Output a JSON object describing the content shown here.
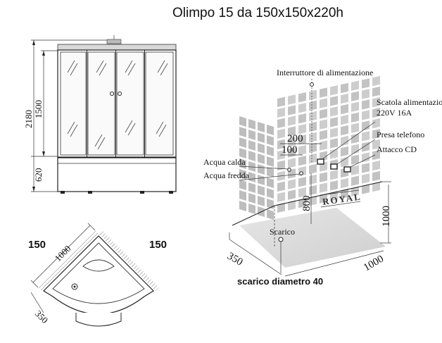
{
  "title": "Olimpo 15 da 150x150x220h",
  "front_view": {
    "dim_total_height": "2180",
    "dim_panel_height": "1500",
    "dim_base_height": "620"
  },
  "top_view": {
    "label_left_size": "150",
    "label_right_size": "150",
    "dim_side": "1000",
    "dim_corner": "350"
  },
  "room_view": {
    "label_power_switch": "Interruttore di alimentazione",
    "label_power_box_line1": "Scatola  alimentazione",
    "label_power_box_line2": "220V 16A",
    "label_phone_socket": "Presa telefono",
    "label_cd_socket": "Attacco CD",
    "label_hot_water": "Acqua calda",
    "label_cold_water": "Acqua fredda",
    "label_drain": "Scarico",
    "label_drain_diameter": "scarico diametro 40",
    "dim_200": "200",
    "dim_100": "100",
    "dim_800": "800",
    "dim_1000_vertical": "1000",
    "dim_350": "350",
    "dim_1000_floor": "1000",
    "wall_brand": "ROYAL"
  }
}
